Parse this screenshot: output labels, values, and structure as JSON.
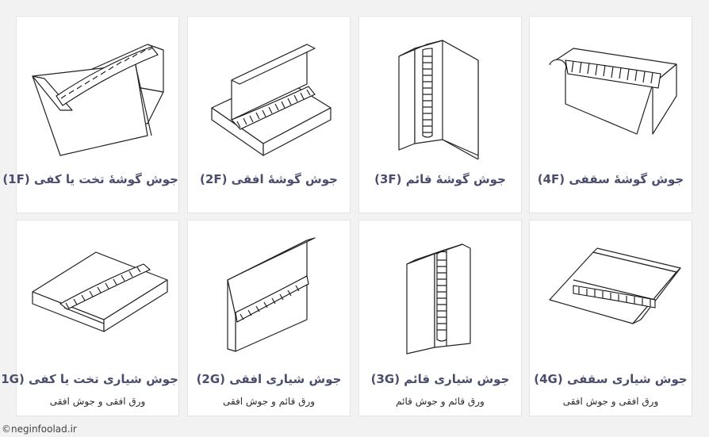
{
  "cards": [
    {
      "title": "جوش گوشهٔ تخت یا کفی  (1F)",
      "subtitle": ""
    },
    {
      "title": "جوش گوشهٔ افقی  (2F)",
      "subtitle": ""
    },
    {
      "title": "جوش گوشهٔ قائم  (3F)",
      "subtitle": ""
    },
    {
      "title": "جوش گوشهٔ سقفی  (4F)",
      "subtitle": ""
    },
    {
      "title": "جوش شیاری تخت یا کفی  (1G)",
      "subtitle": "ورق افقی و جوش افقی"
    },
    {
      "title": "جوش شیاری افقی  (2G)",
      "subtitle": "ورق قائم و جوش افقی"
    },
    {
      "title": "جوش شیاری قائم  (3G)",
      "subtitle": "ورق قائم و جوش قائم"
    },
    {
      "title": "جوش شیاری سقفی  (4G)",
      "subtitle": "ورق افقی و جوش افقی"
    }
  ],
  "footer": "©neginfoolad.ir"
}
